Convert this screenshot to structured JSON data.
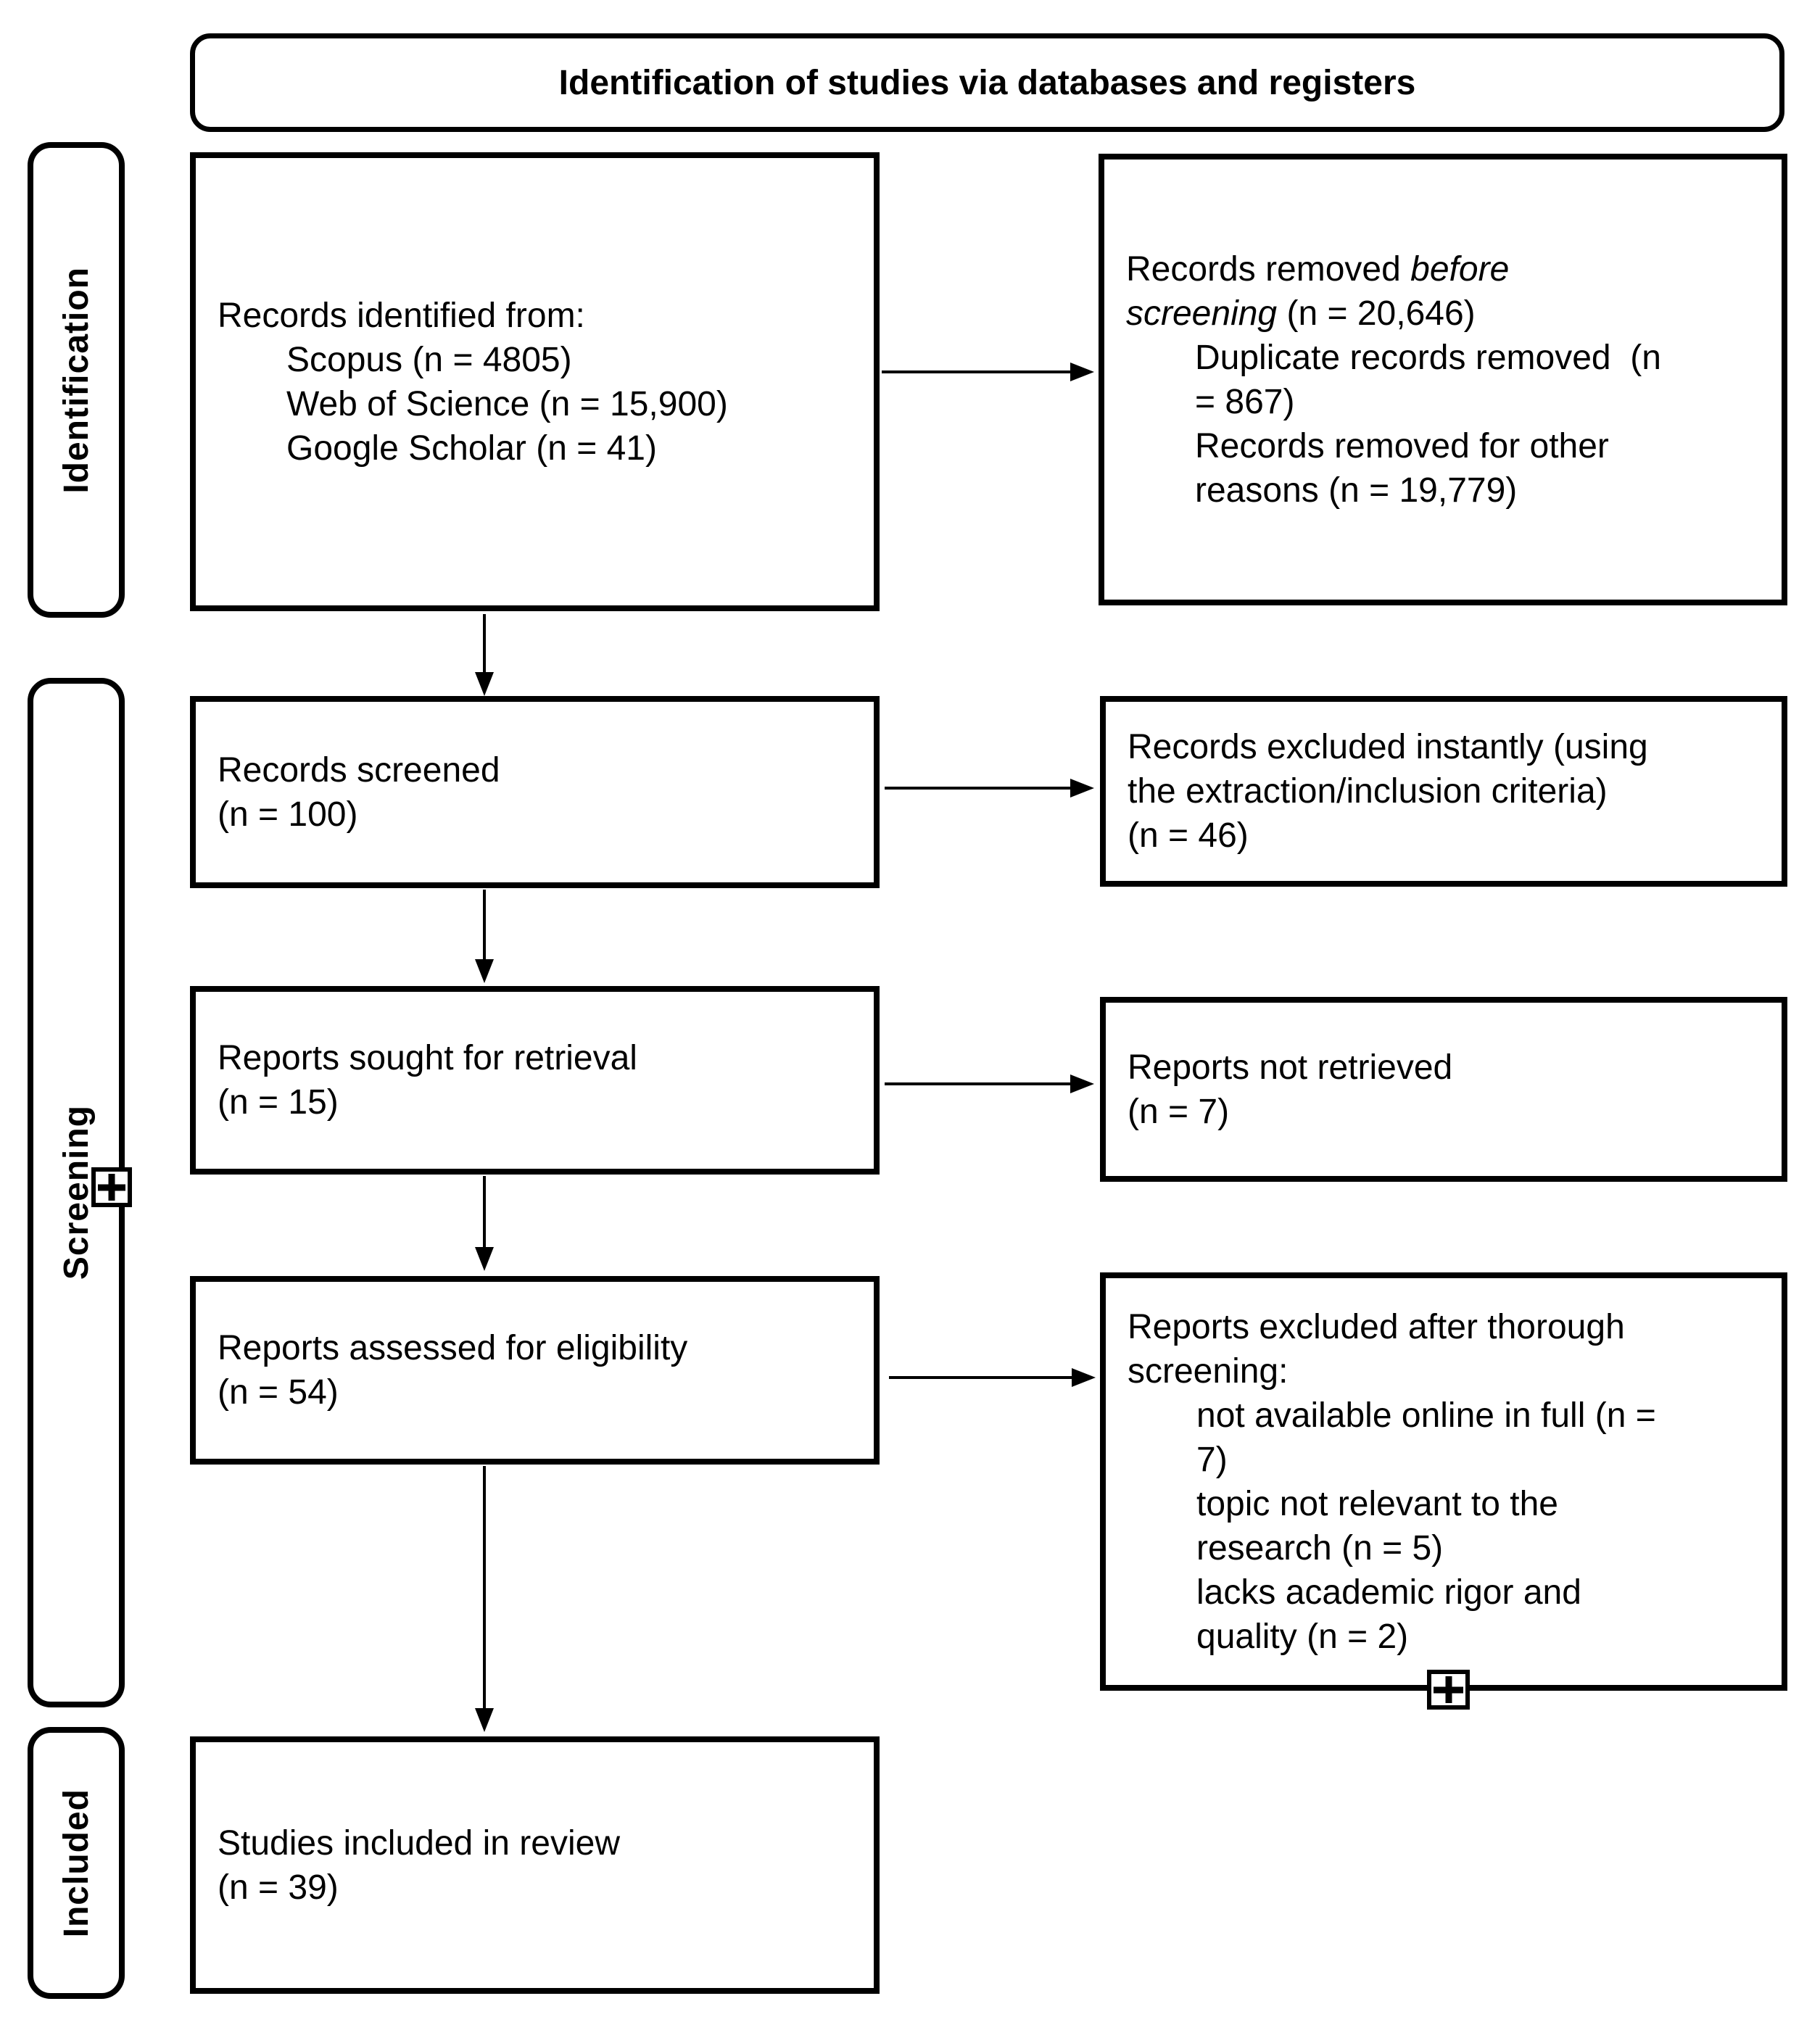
{
  "title": "Identification of studies via databases and registers",
  "sidebar": {
    "labels": [
      "Identification",
      "Screening",
      "Included"
    ]
  },
  "boxes": [
    {
      "id": "records-identified",
      "lines": [
        {
          "indent": 0,
          "segments": [
            {
              "text": "Records identified from:"
            }
          ]
        },
        {
          "indent": 1,
          "segments": [
            {
              "text": "Scopus (n = 4805)"
            }
          ]
        },
        {
          "indent": 1,
          "segments": [
            {
              "text": "Web of Science (n = 15,900)"
            }
          ]
        },
        {
          "indent": 1,
          "segments": [
            {
              "text": "Google Scholar (n = 41)"
            }
          ]
        }
      ]
    },
    {
      "id": "records-removed",
      "lines": [
        {
          "indent": 0,
          "segments": [
            {
              "text": "Records removed "
            },
            {
              "text": "before",
              "italic": true
            }
          ]
        },
        {
          "indent": 0,
          "segments": [
            {
              "text": "screening",
              "italic": true
            },
            {
              "text": " (n = 20,646)"
            }
          ]
        },
        {
          "indent": 1,
          "segments": [
            {
              "text": "Duplicate records removed  (n"
            }
          ]
        },
        {
          "indent": 1,
          "segments": [
            {
              "text": "= 867)"
            }
          ]
        },
        {
          "indent": 1,
          "segments": [
            {
              "text": "Records removed for other"
            }
          ]
        },
        {
          "indent": 1,
          "segments": [
            {
              "text": "reasons (n = 19,779)"
            }
          ]
        }
      ]
    },
    {
      "id": "records-screened",
      "lines": [
        {
          "indent": 0,
          "segments": [
            {
              "text": "Records screened"
            }
          ]
        },
        {
          "indent": 0,
          "segments": [
            {
              "text": "(n = 100)"
            }
          ]
        }
      ]
    },
    {
      "id": "records-excluded",
      "lines": [
        {
          "indent": 0,
          "segments": [
            {
              "text": "Records excluded instantly (using"
            }
          ]
        },
        {
          "indent": 0,
          "segments": [
            {
              "text": "the extraction/inclusion criteria)"
            }
          ]
        },
        {
          "indent": 0,
          "segments": [
            {
              "text": "(n = 46)"
            }
          ]
        }
      ]
    },
    {
      "id": "reports-sought",
      "lines": [
        {
          "indent": 0,
          "segments": [
            {
              "text": "Reports sought for retrieval"
            }
          ]
        },
        {
          "indent": 0,
          "segments": [
            {
              "text": "(n = 15)"
            }
          ]
        }
      ]
    },
    {
      "id": "reports-not-retrieved",
      "lines": [
        {
          "indent": 0,
          "segments": [
            {
              "text": "Reports not retrieved"
            }
          ]
        },
        {
          "indent": 0,
          "segments": [
            {
              "text": "(n = 7)"
            }
          ]
        }
      ]
    },
    {
      "id": "reports-assessed",
      "lines": [
        {
          "indent": 0,
          "segments": [
            {
              "text": "Reports assessed for eligibility"
            }
          ]
        },
        {
          "indent": 0,
          "segments": [
            {
              "text": "(n = 54)"
            }
          ]
        }
      ]
    },
    {
      "id": "reports-excluded",
      "lines": [
        {
          "indent": 0,
          "segments": [
            {
              "text": "Reports excluded after thorough"
            }
          ]
        },
        {
          "indent": 0,
          "segments": [
            {
              "text": "screening:"
            }
          ]
        },
        {
          "indent": 1,
          "segments": [
            {
              "text": "not available online in full (n ="
            }
          ]
        },
        {
          "indent": 1,
          "segments": [
            {
              "text": "7)"
            }
          ]
        },
        {
          "indent": 1,
          "segments": [
            {
              "text": "topic not relevant to the"
            }
          ]
        },
        {
          "indent": 1,
          "segments": [
            {
              "text": "research (n = 5)"
            }
          ]
        },
        {
          "indent": 1,
          "segments": [
            {
              "text": "lacks academic rigor and"
            }
          ]
        },
        {
          "indent": 1,
          "segments": [
            {
              "text": "quality (n = 2)"
            }
          ]
        }
      ]
    },
    {
      "id": "studies-included",
      "lines": [
        {
          "indent": 0,
          "segments": [
            {
              "text": "Studies included in review"
            }
          ]
        },
        {
          "indent": 0,
          "segments": [
            {
              "text": "(n = 39)"
            }
          ]
        }
      ]
    }
  ],
  "icons": {
    "screening_marker": "plus-icon",
    "reports_excluded_marker": "plus-icon"
  },
  "colors": {
    "line": "#000000",
    "text": "#000000",
    "background": "#ffffff"
  }
}
